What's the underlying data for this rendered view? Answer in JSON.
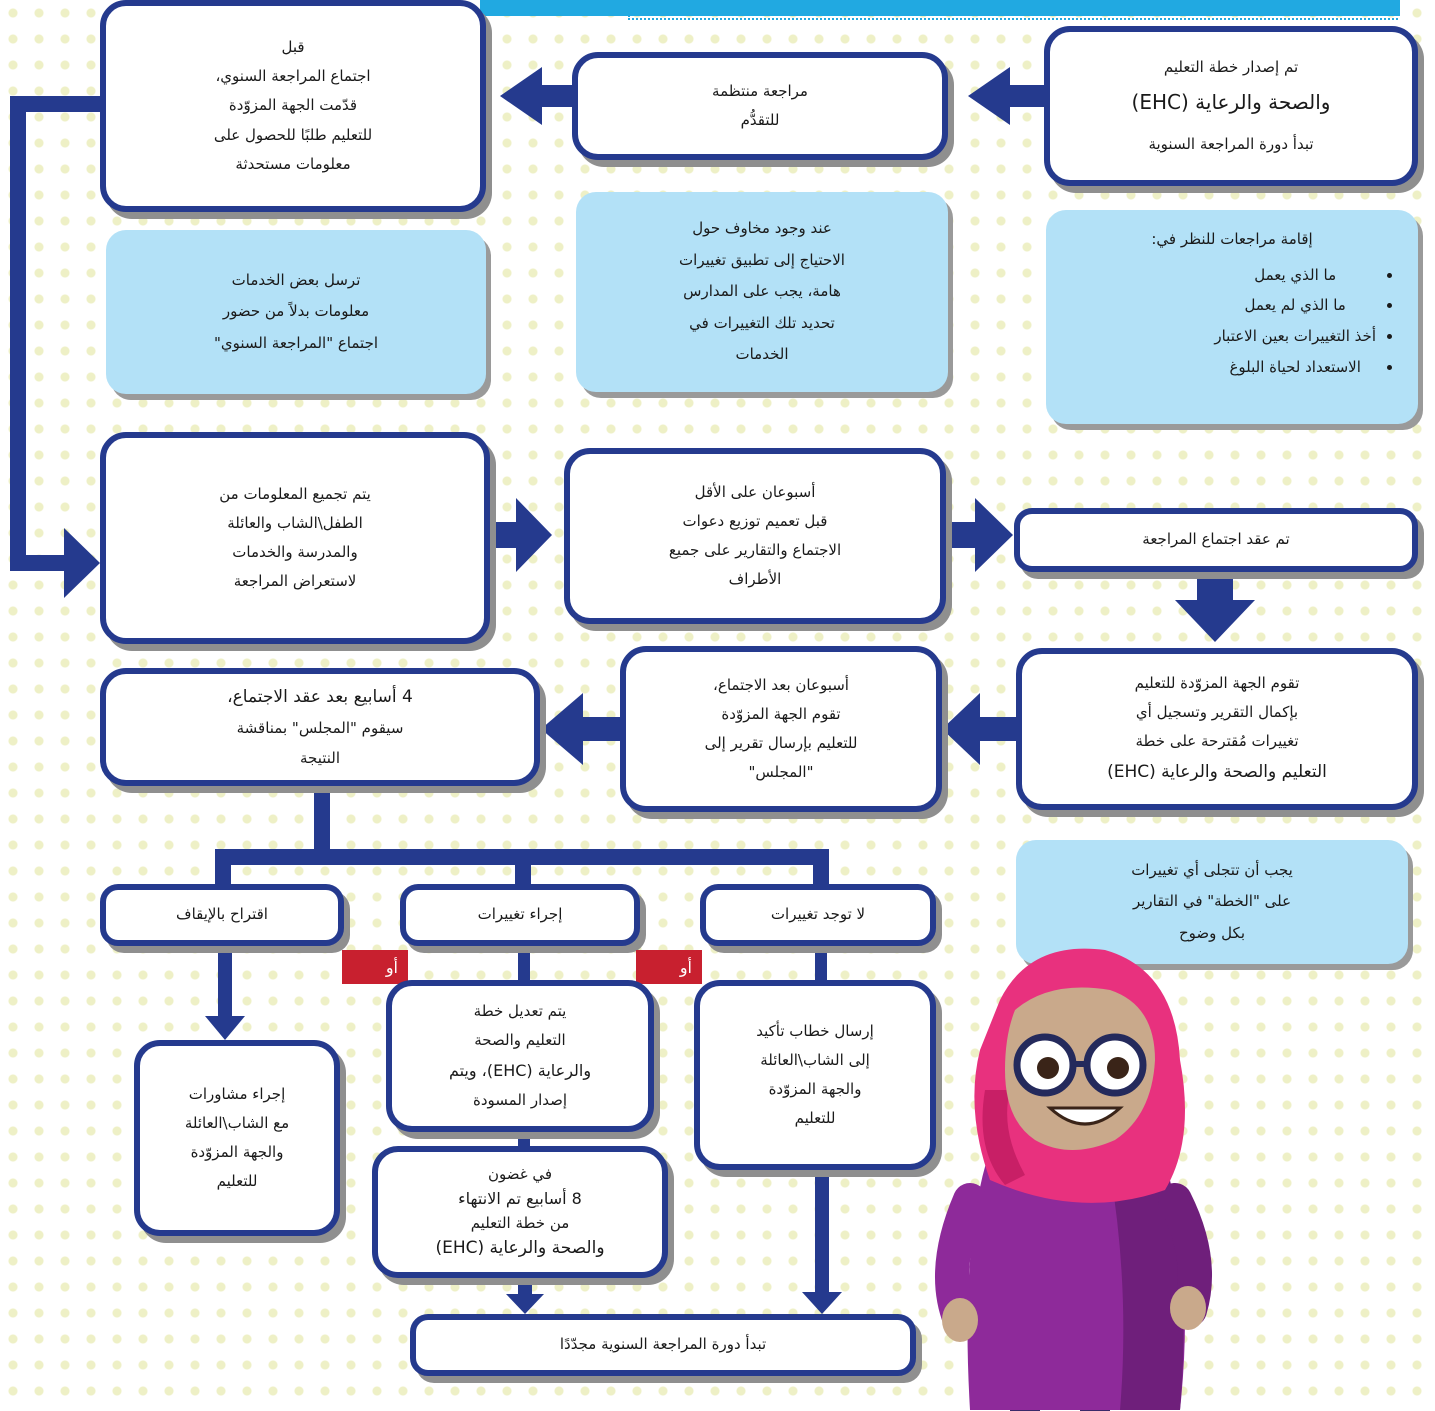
{
  "colors": {
    "box_border": "#253a8e",
    "note_fill": "#b3e1f7",
    "or_tag": "#c8202f",
    "top_bar": "#21a9e1"
  },
  "start": {
    "line1": "تم إصدار خطة التعليم",
    "line2": "والصحة والرعاية (EHC)",
    "line3": "تبدأ دورة المراجعة السنوية"
  },
  "regular_review": {
    "line1": "مراجعة منتظمة",
    "line2": "للتقدُّم"
  },
  "request_info": {
    "line1": "قبل",
    "line2": "اجتماع المراجعة السنوي،",
    "line3": "قدّمت الجهة المزوّدة",
    "line4": "للتعليم طلبًا للحصول على",
    "line5": "معلومات مستحدثة"
  },
  "reviews_note": {
    "heading": "إقامة مراجعات للنظر في:",
    "items": [
      "ما الذي يعمل",
      "ما الذي لم يعمل",
      "أخذ التغييرات بعين الاعتبار",
      "الاستعداد لحياة البلوغ"
    ]
  },
  "concerns_note": {
    "line1": "عند وجود مخاوف حول",
    "line2": "الاحتياج إلى تطبيق تغييرات",
    "line3": "هامة، يجب على المدارس",
    "line4": "تحديد تلك التغييرات في",
    "line5": "الخدمات"
  },
  "services_note": {
    "line1": "ترسل بعض الخدمات",
    "line2": "معلومات بدلاً من حضور",
    "line3": "اجتماع \"المراجعة السنوي\""
  },
  "gather_info": {
    "line1": "يتم تجميع المعلومات من",
    "line2": "الطفل\\الشاب والعائلة",
    "line3": "والمدرسة والخدمات",
    "line4": "لاستعراض المراجعة"
  },
  "invitations": {
    "line1": "أسبوعان على الأقل",
    "line2": "قبل تعميم توزيع دعوات",
    "line3": "الاجتماع والتقارير على جميع",
    "line4": "الأطراف"
  },
  "meeting_held": {
    "text": "تم عقد اجتماع المراجعة"
  },
  "complete_report": {
    "line1": "تقوم الجهة المزوّدة للتعليم",
    "line2": "بإكمال التقرير وتسجيل أي",
    "line3": "تغييرات مُقترحة على خطة",
    "line4": "التعليم والصحة والرعاية (EHC)"
  },
  "send_report": {
    "line1": "أسبوعان بعد الاجتماع،",
    "line2": "تقوم الجهة المزوّدة",
    "line3": "للتعليم بإرسال تقرير إلى",
    "line4": "\"المجلس\""
  },
  "council_decision": {
    "line1": "4 أسابيع بعد عقد الاجتماع،",
    "line2": "سيقوم \"المجلس\" بمناقشة",
    "line3": "النتيجة"
  },
  "changes_note": {
    "line1": "يجب أن تتجلى أي تغييرات",
    "line2": "على \"الخطة\" في التقارير",
    "line3": "بكل وضوح"
  },
  "options": {
    "no_changes": "لا توجد تغييرات",
    "make_changes": "إجراء تغييرات",
    "cease": "اقتراح بالإيقاف",
    "or": "أو"
  },
  "confirm_letter": {
    "line1": "إرسال خطاب تأكيد",
    "line2": "إلى الشاب\\العائلة",
    "line3": "والجهة المزوّدة",
    "line4": "للتعليم"
  },
  "amend_plan": {
    "line1": "يتم تعديل خطة",
    "line2": "التعليم والصحة",
    "line3": "والرعاية (EHC)، ويتم",
    "line4": "إصدار المسودة"
  },
  "eight_weeks": {
    "line1": "في غضون",
    "line2": "8 أسابيع تم الانتهاء",
    "line3": "من خطة التعليم",
    "line4": "والصحة والرعاية (EHC)"
  },
  "consultations": {
    "line1": "إجراء مشاورات",
    "line2": "مع الشاب\\العائلة",
    "line3": "والجهة المزوّدة",
    "line4": "للتعليم"
  },
  "restart": {
    "text": "تبدأ دورة المراجعة السنوية مجدّدًا"
  }
}
